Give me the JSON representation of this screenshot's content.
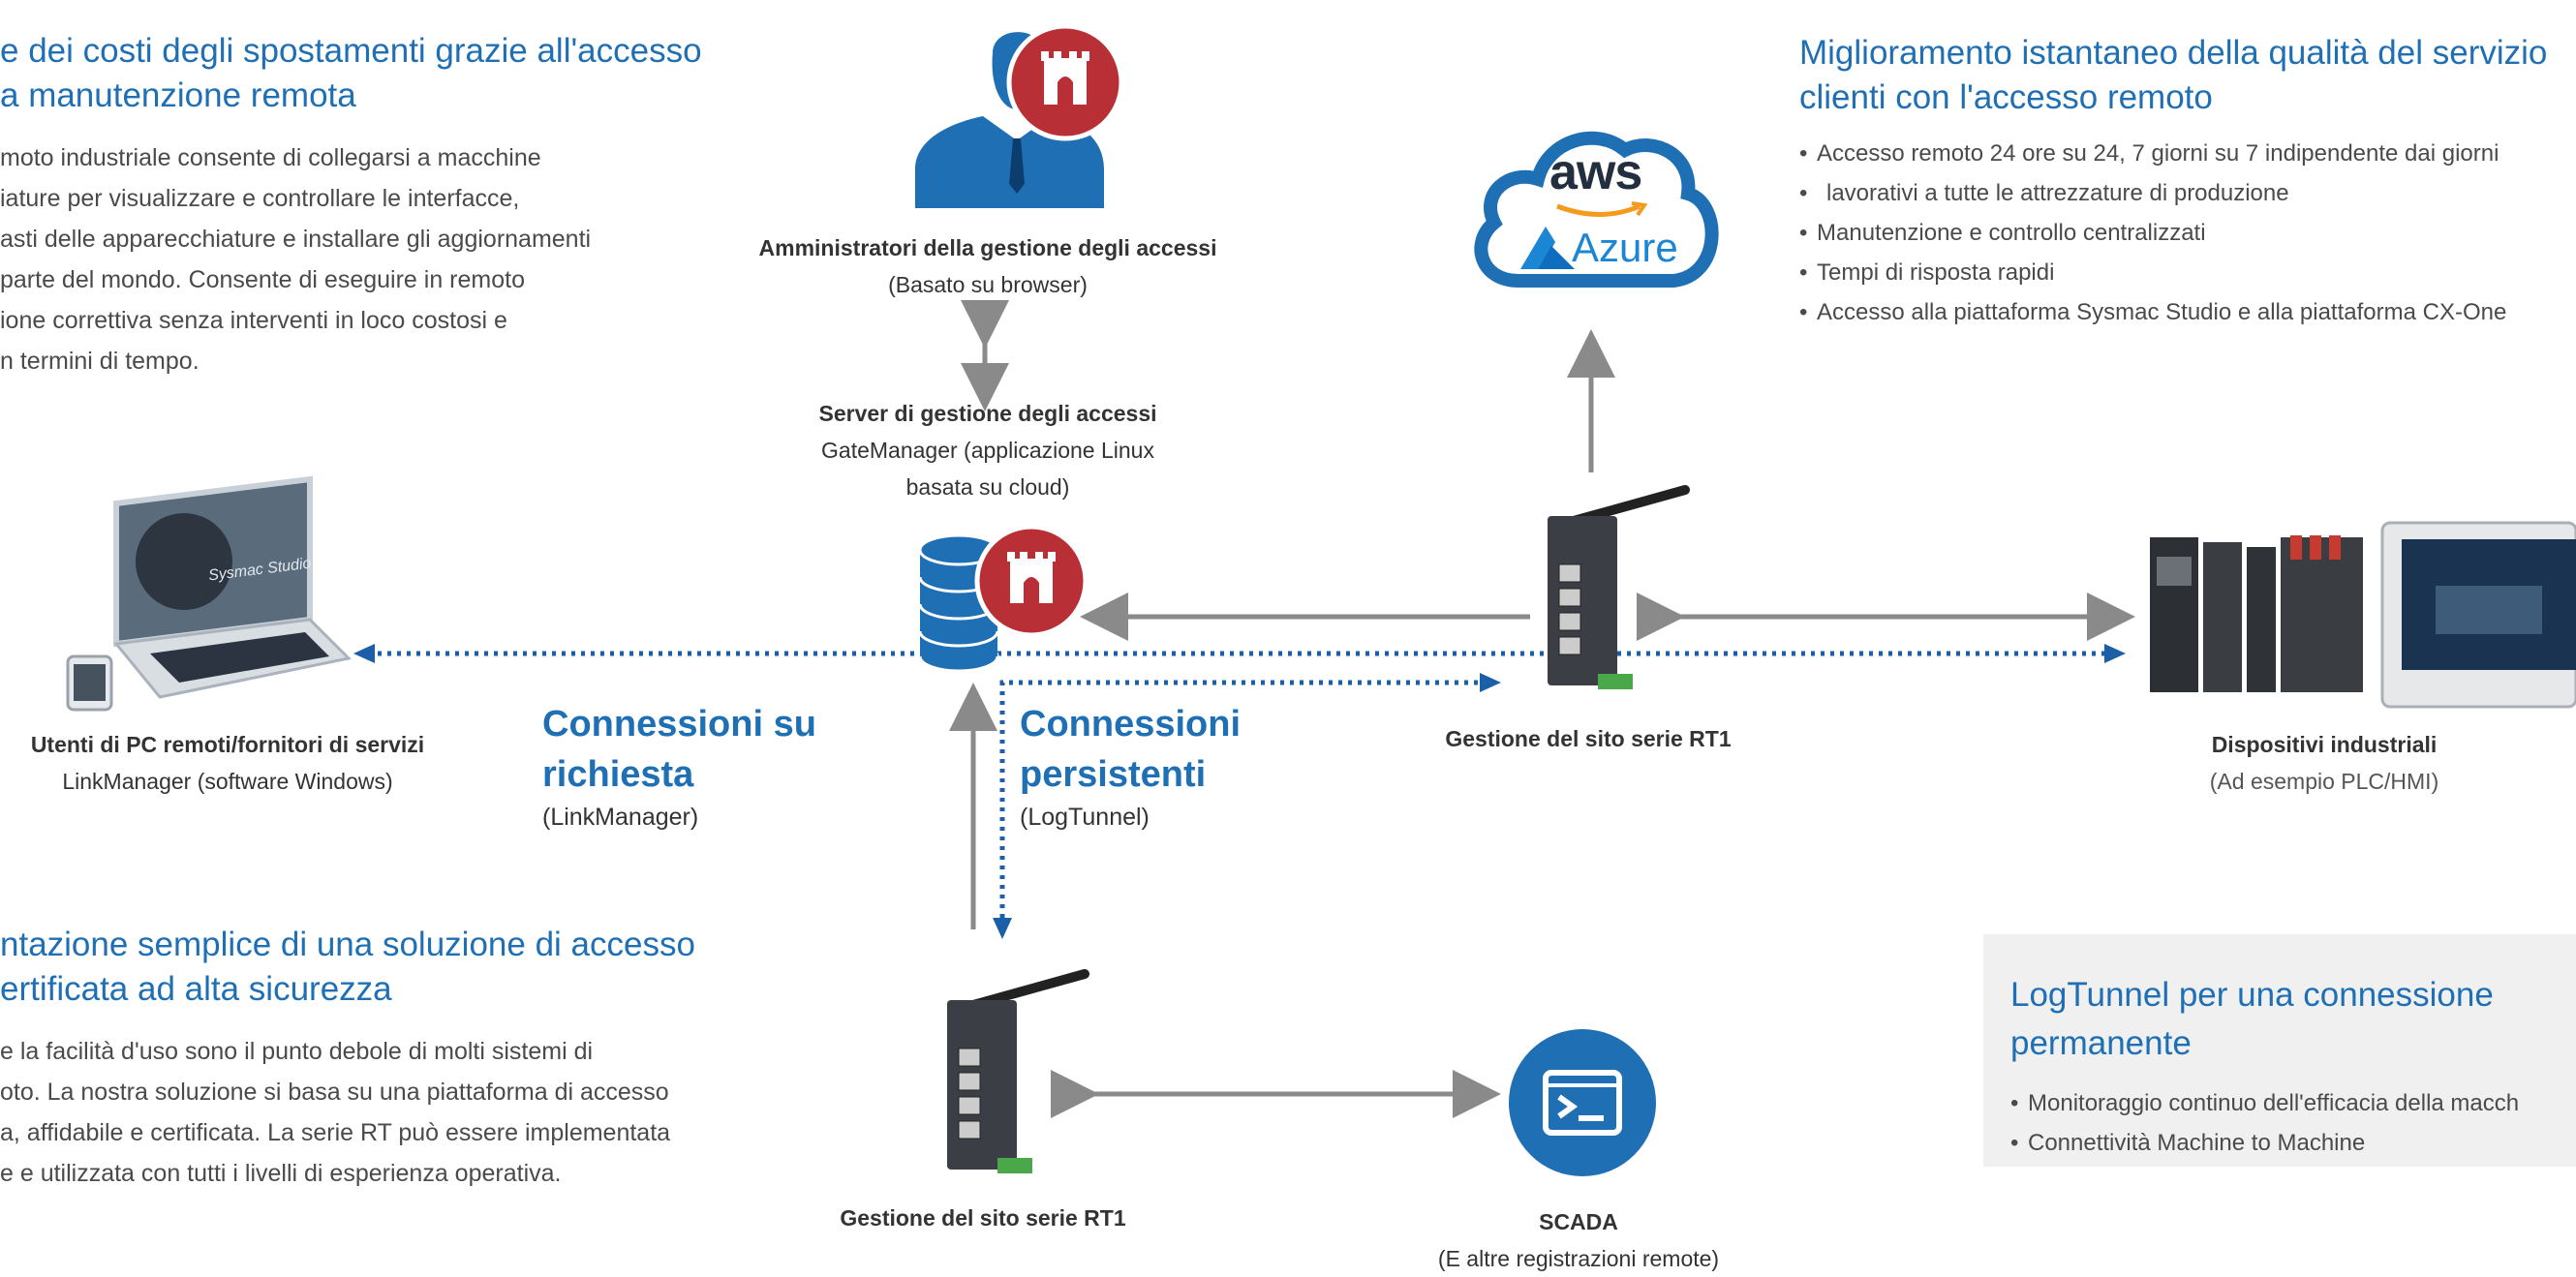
{
  "colors": {
    "accent_blue": "#1f6fb5",
    "red_badge": "#b82f36",
    "gray_arrow": "#8a8a8a",
    "dotted_blue": "#1a5fa8",
    "panel_gray": "#f0f0f0"
  },
  "left_top": {
    "heading_line1": "e dei costi degli spostamenti grazie all'accesso",
    "heading_line2": "a manutenzione remota",
    "para_lines": [
      "moto industriale consente di collegarsi a macchine",
      "iature per visualizzare e controllare le interfacce,",
      "asti delle apparecchiature e installare gli aggiornamenti",
      "parte del mondo. Consente di eseguire in remoto",
      "ione correttiva senza interventi in loco costosi e",
      "n termini di tempo."
    ]
  },
  "left_bottom": {
    "heading_line1": "ntazione semplice di una soluzione di accesso",
    "heading_line2": "ertificata ad alta sicurezza",
    "para_lines": [
      "e la facilità d'uso sono il punto debole di molti sistemi di",
      "oto. La nostra soluzione si basa su una piattaforma di accesso",
      "a, affidabile e certificata. La serie RT può essere implementata",
      "e e utilizzata con tutti i livelli di esperienza operativa."
    ]
  },
  "right_top": {
    "heading_line1": "Miglioramento istantaneo della qualità del servizio",
    "heading_line2": "clienti con l'accesso remoto",
    "bullets": [
      "Accesso remoto 24 ore su 24, 7 giorni su 7 indipendente dai giorni",
      "lavorativi a tutte le attrezzature di produzione",
      "Manutenzione e controllo centralizzati",
      "Tempi di risposta rapidi",
      "Accesso alla piattaforma Sysmac Studio e alla piattaforma CX-One"
    ]
  },
  "logtunnel_panel": {
    "heading_line1": "LogTunnel per una connessione",
    "heading_line2": "permanente",
    "bullets": [
      "Monitoraggio continuo dell'efficacia della macch",
      "Connettività Machine to Machine"
    ]
  },
  "nodes": {
    "admin": {
      "title": "Amministratori della gestione degli accessi",
      "subtitle": "(Basato su browser)"
    },
    "server": {
      "title": "Server di gestione degli accessi",
      "sub1": "GateManager (applicazione Linux",
      "sub2": "basata su cloud)"
    },
    "pc_users": {
      "title": "Utenti di PC remoti/fornitori di servizi",
      "subtitle": "LinkManager (software Windows)",
      "laptop_text": "Sysmac Studio"
    },
    "rt1_right": {
      "title": "Gestione del sito serie RT1"
    },
    "rt1_bottom": {
      "title": "Gestione del sito serie RT1"
    },
    "industrial": {
      "title": "Dispositivi industriali",
      "subtitle": "(Ad esempio PLC/HMI)"
    },
    "scada": {
      "title": "SCADA",
      "subtitle": "(E altre registrazioni remote)"
    },
    "cloud": {
      "aws": "aws",
      "azure": "Azure"
    }
  },
  "connections": {
    "on_demand_l1": "Connessioni su",
    "on_demand_l2": "richiesta",
    "on_demand_sub": "(LinkManager)",
    "persistent_l1": "Connessioni",
    "persistent_l2": "persistenti",
    "persistent_sub": "(LogTunnel)"
  }
}
